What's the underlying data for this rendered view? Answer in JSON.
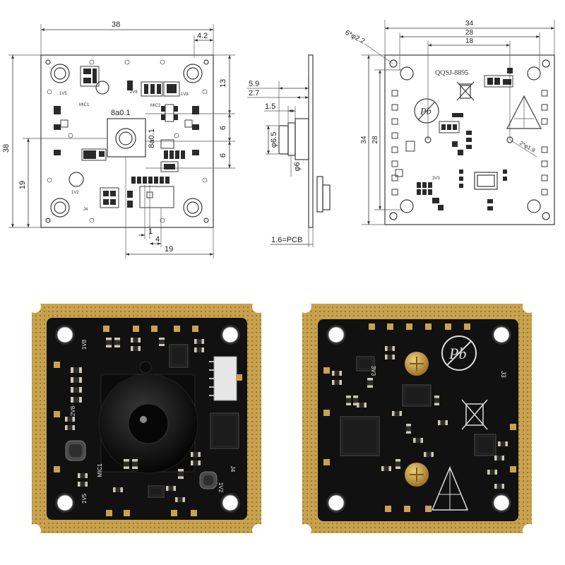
{
  "colors": {
    "line": "#333333",
    "pcb_black": "#111111",
    "gold": "#c9a24d",
    "silkscreen": "#e8e8e8"
  },
  "front_drawing": {
    "dim_width": "38",
    "dim_corner": "4.2",
    "dim_height": "38",
    "dim_lens_y": "19",
    "dim_right_top": "13",
    "dim_right_mid": "6",
    "dim_right_low": "6",
    "lens_size_h": "8a0.1",
    "lens_size_v": "8a0.1",
    "dim_bottom_1": "1",
    "dim_bottom_4": "4",
    "dim_bottom_19": "19",
    "labels": {
      "v15": "1V5",
      "mic1": "MIC1",
      "v28": "2V8",
      "v18": "1V8",
      "mic2": "MIC2",
      "v12": "1V2",
      "j4": "J4"
    }
  },
  "side_drawing": {
    "dim_59": "5.9",
    "dim_27": "2.7",
    "dim_15": "1.5",
    "lens_dia": "φ6.5",
    "holder_dia": "φ6",
    "pcb": "1.6=PCB"
  },
  "back_drawing": {
    "dim_top_34": "34",
    "dim_top_28": "28",
    "dim_top_18": "18",
    "holes": "6*φ2.2",
    "model": "QQSJ-8895",
    "dim_left_34": "34",
    "dim_left_28": "28",
    "mount_holes": "2*φ1.8",
    "pb_mark": "Pb",
    "v33": "3V3"
  },
  "front_photo": {
    "v18": "1V8",
    "v28": "2V8",
    "mic1": "MIC1",
    "v15": "1V5",
    "v12": "1V2",
    "j4": "J4"
  },
  "back_photo": {
    "v33": "3V3",
    "j3": "J3",
    "pb_mark": "Pb"
  }
}
